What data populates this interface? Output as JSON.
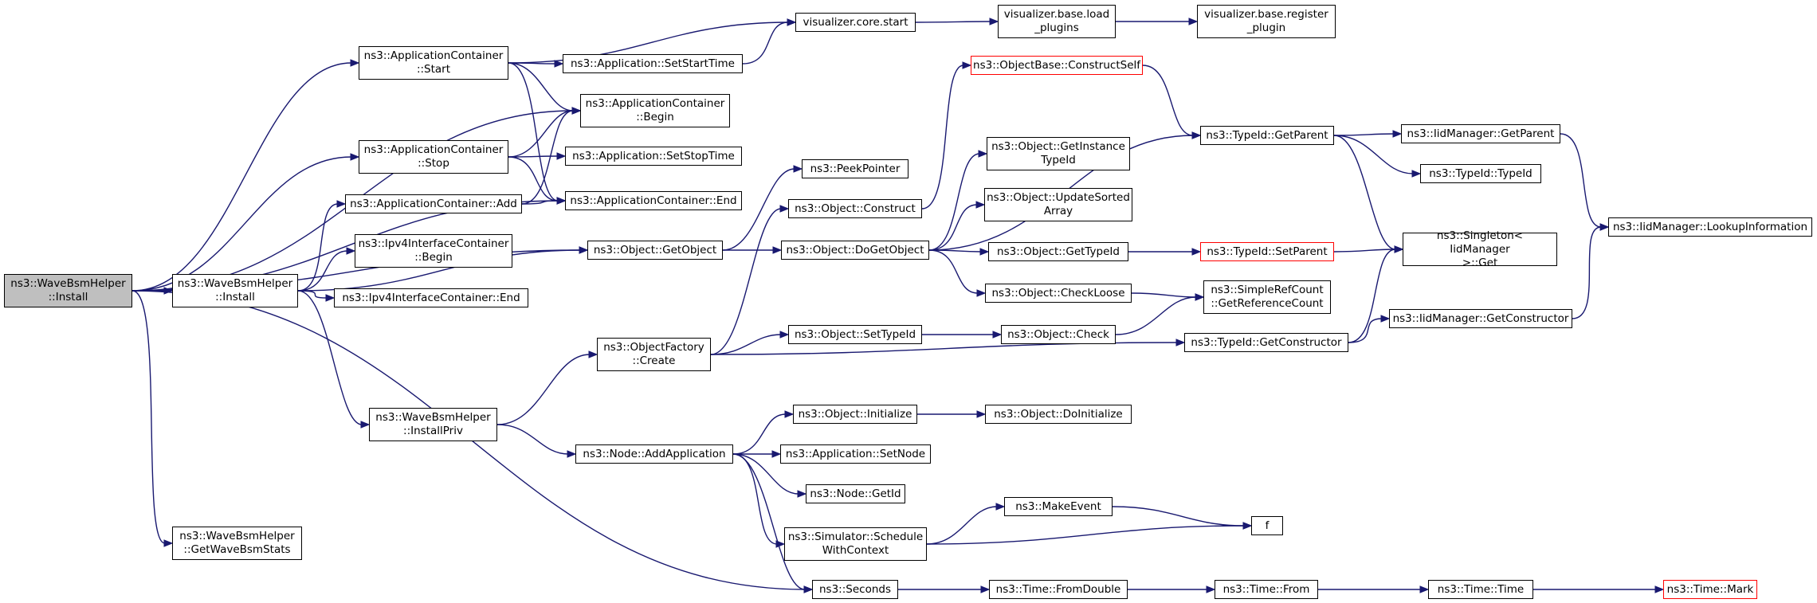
{
  "colors": {
    "edge": "#191970",
    "root_fill": "#bfbfbf",
    "border": "#000000",
    "highlight_border": "#ff0000"
  },
  "nodes": {
    "root": {
      "label": "ns3::WaveBsmHelper\n::Install"
    },
    "wbh_install": {
      "label": "ns3::WaveBsmHelper\n::Install"
    },
    "getstats": {
      "label": "ns3::WaveBsmHelper\n::GetWaveBsmStats"
    },
    "installpriv": {
      "label": "ns3::WaveBsmHelper\n::InstallPriv"
    },
    "ac_start": {
      "label": "ns3::ApplicationContainer\n::Start"
    },
    "ac_stop": {
      "label": "ns3::ApplicationContainer\n::Stop"
    },
    "ac_add": {
      "label": "ns3::ApplicationContainer::Add"
    },
    "ipv4_begin": {
      "label": "ns3::Ipv4InterfaceContainer\n::Begin"
    },
    "ipv4_end": {
      "label": "ns3::Ipv4InterfaceContainer::End"
    },
    "vis_start": {
      "label": "visualizer.core.start"
    },
    "vis_load": {
      "label": "visualizer.base.load\n_plugins"
    },
    "vis_register": {
      "label": "visualizer.base.register\n_plugin"
    },
    "app_setstart": {
      "label": "ns3::Application::SetStartTime"
    },
    "ac_begin": {
      "label": "ns3::ApplicationContainer\n::Begin"
    },
    "app_setstop": {
      "label": "ns3::Application::SetStopTime"
    },
    "ac_end": {
      "label": "ns3::ApplicationContainer::End"
    },
    "peekpointer": {
      "label": "ns3::PeekPointer"
    },
    "obj_getobject": {
      "label": "ns3::Object::GetObject"
    },
    "obj_construct": {
      "label": "ns3::Object::Construct"
    },
    "obj_dogetobject": {
      "label": "ns3::Object::DoGetObject"
    },
    "objfactory_create": {
      "label": "ns3::ObjectFactory\n::Create"
    },
    "obj_settypeid": {
      "label": "ns3::Object::SetTypeId"
    },
    "node_addapp": {
      "label": "ns3::Node::AddApplication"
    },
    "obj_initialize": {
      "label": "ns3::Object::Initialize"
    },
    "app_setnode": {
      "label": "ns3::Application::SetNode"
    },
    "node_getid": {
      "label": "ns3::Node::GetId"
    },
    "sim_schedule": {
      "label": "ns3::Simulator::Schedule\nWithContext"
    },
    "seconds": {
      "label": "ns3::Seconds"
    },
    "objbase_construct": {
      "label": "ns3::ObjectBase::ConstructSelf"
    },
    "obj_getinstance": {
      "label": "ns3::Object::GetInstance\nTypeId"
    },
    "obj_updatesorted": {
      "label": "ns3::Object::UpdateSorted\nArray"
    },
    "obj_gettypeid": {
      "label": "ns3::Object::GetTypeId"
    },
    "obj_checkloose": {
      "label": "ns3::Object::CheckLoose"
    },
    "obj_check": {
      "label": "ns3::Object::Check"
    },
    "obj_doinit": {
      "label": "ns3::Object::DoInitialize"
    },
    "makeevent": {
      "label": "ns3::MakeEvent"
    },
    "time_fromdouble": {
      "label": "ns3::Time::FromDouble"
    },
    "typeid_getparent": {
      "label": "ns3::TypeId::GetParent"
    },
    "typeid_setparent": {
      "label": "ns3::TypeId::SetParent"
    },
    "simplerefcount": {
      "label": "ns3::SimpleRefCount\n::GetReferenceCount"
    },
    "typeid_getconstructor": {
      "label": "ns3::TypeId::GetConstructor"
    },
    "f": {
      "label": "f"
    },
    "time_from": {
      "label": "ns3::Time::From"
    },
    "iid_getparent": {
      "label": "ns3::IidManager::GetParent"
    },
    "typeid_typeid": {
      "label": "ns3::TypeId::TypeId"
    },
    "singleton_get": {
      "label": "ns3::Singleton< IidManager\n>::Get"
    },
    "iid_getconstructor": {
      "label": "ns3::IidManager::GetConstructor"
    },
    "time_time": {
      "label": "ns3::Time::Time"
    },
    "iid_lookup": {
      "label": "ns3::IidManager::LookupInformation"
    },
    "time_mark": {
      "label": "ns3::Time::Mark"
    }
  }
}
